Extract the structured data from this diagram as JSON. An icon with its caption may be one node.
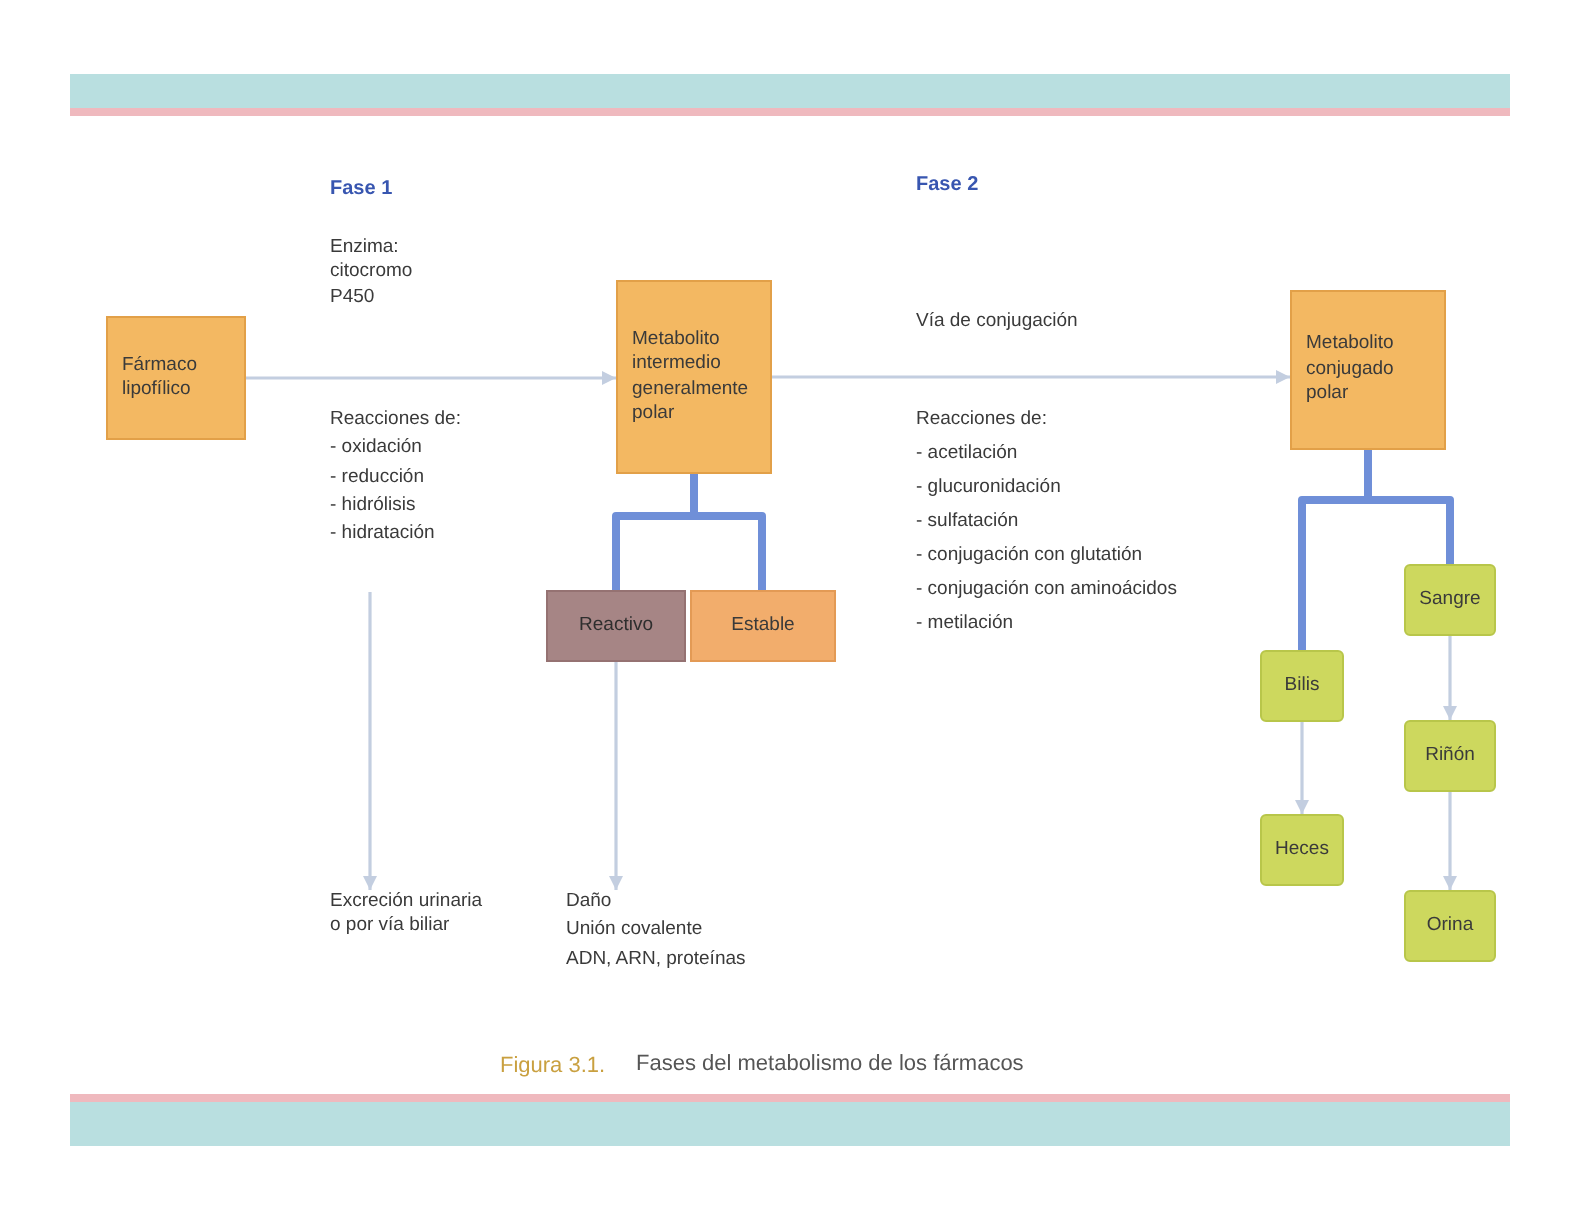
{
  "diagram": {
    "caption": "Fases del metabolismo de los fármacos",
    "nodes": [
      {
        "text": [
          "Fármaco lipofílico"
        ]
      },
      {
        "text": [
          "Reacciones de:",
          "- oxidación",
          "- reducción",
          "- hidrólisis",
          "- hidratación"
        ]
      },
      {
        "text": [
          "Excreción urinaria o por vía biliar"
        ]
      },
      {
        "text": [
          "Metabolito intermedio generalmente polar"
        ]
      },
      {
        "text": [
          "Reactivo"
        ]
      },
      {
        "text": [
          "Estable"
        ]
      },
      {
        "text": [
          "Daño",
          "Unión covalente",
          "ADN, ARN, proteínas"
        ]
      },
      {
        "text": [
          "Metabolito conjugado polar"
        ]
      },
      {
        "text": [
          "Bilis"
        ]
      },
      {
        "text": [
          "Heces"
        ]
      },
      {
        "text": [
          "Sangre"
        ]
      },
      {
        "text": [
          "Riñón"
        ]
      },
      {
        "text": [
          "Orina"
        ]
      }
    ],
    "edges": [
      {
        "from": 0,
        "to": 3,
        "arrow": "to"
      },
      {
        "from": 1,
        "to": 2,
        "arrow": "to"
      },
      {
        "from": 3,
        "to": 4,
        "arrow": "none",
        "style": "thick",
        "color": "#6f8fd8"
      },
      {
        "from": 3,
        "to": 5,
        "arrow": "none",
        "style": "thick",
        "color": "#6f8fd8"
      },
      {
        "from": 4,
        "to": 6,
        "arrow": "to"
      },
      {
        "from": 3,
        "to": 7,
        "arrow": "to"
      },
      {
        "from": 7,
        "to": 8,
        "arrow": "none",
        "style": "thick",
        "color": "#6f8fd8"
      },
      {
        "from": 7,
        "to": 10,
        "arrow": "none",
        "style": "thick",
        "color": "#6f8fd8"
      },
      {
        "from": 8,
        "to": 9,
        "arrow": "to"
      },
      {
        "from": 10,
        "to": 11,
        "arrow": "to"
      },
      {
        "from": 11,
        "to": 12,
        "arrow": "to"
      }
    ],
    "labels": [
      "Fase 1",
      "Enzima: citocromo P450",
      "Fase 2",
      "Vía de conjugación",
      "Reacciones de:",
      "- acetilación",
      "- glucuronidación",
      "- sulfatación",
      "- conjugación con glutatión",
      "- conjugación con aminoácidos",
      "- metilación",
      "Figura 3.1."
    ]
  }
}
